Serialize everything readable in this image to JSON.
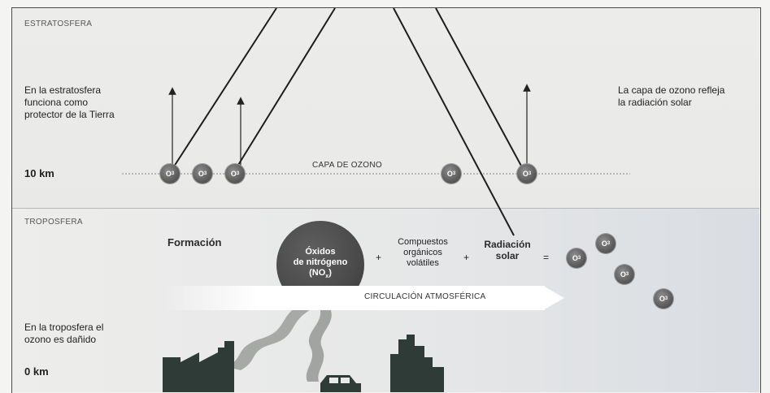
{
  "sections": {
    "stratosphere_label": "ESTRATOSFERA",
    "troposphere_label": "TROPOSFERA"
  },
  "stratosphere": {
    "left_text": "En la estratosfera\nfunciona como\nprotector de la Tierra",
    "right_text": "La capa de ozono refleja\nla radiación solar",
    "altitude": "10 km",
    "layer_label": "CAPA DE OZONO",
    "molecule": "O",
    "molecule_sub": "3"
  },
  "troposphere": {
    "left_text": "En la troposfera el\nozono es dañido",
    "altitude": "0 km",
    "formation_label": "Formación",
    "nox_label": "Óxidos\nde nitrógeno\n(NO",
    "nox_sub": "x",
    "nox_close": ")",
    "plus_1": "+",
    "compounds_label": "Compuestos\norgánicos\nvolátiles",
    "plus_2": "+",
    "radiation_label": "Radiación\nsolar",
    "equals": "=",
    "circulation_label": "CIRCULACIÓN ATMOSFÉRICA"
  },
  "colors": {
    "molecule": "#5c5c5c",
    "silhouette": "#2e3b36"
  }
}
